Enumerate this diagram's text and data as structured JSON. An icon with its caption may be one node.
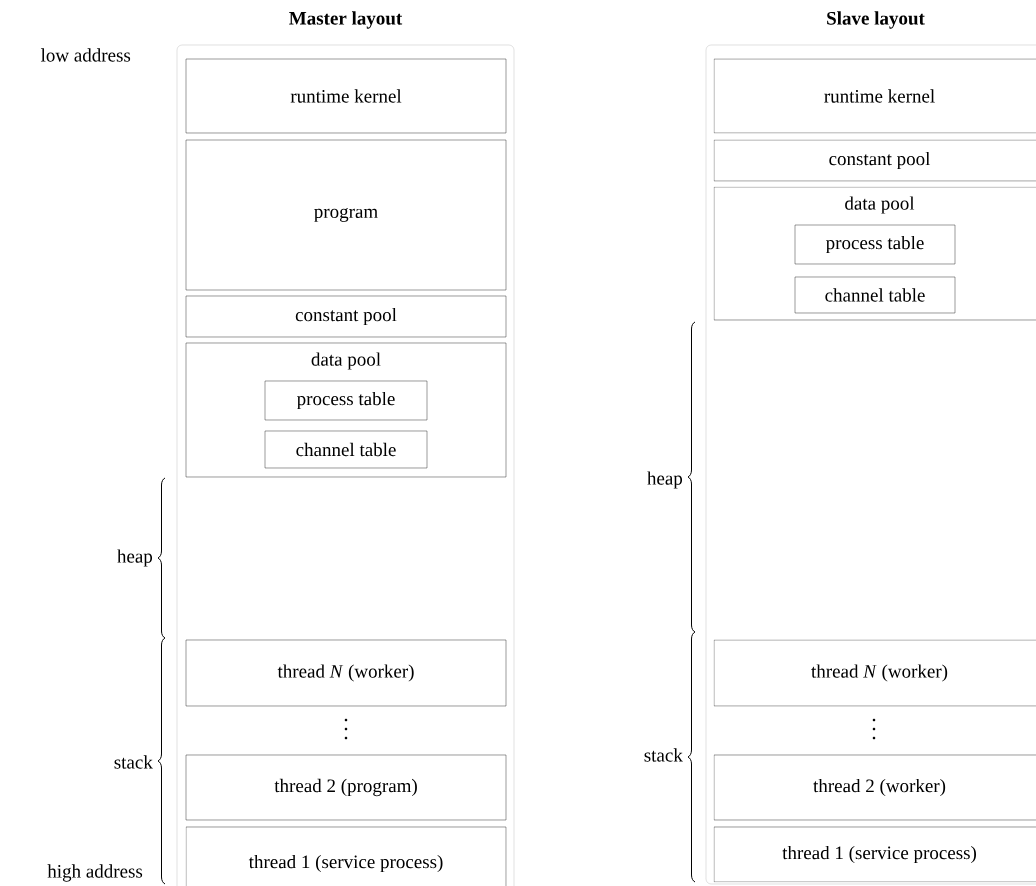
{
  "diagram": {
    "nodes": [
      {
        "text": [
          "Master layout"
        ]
      },
      {
        "text": [
          "runtime kernel"
        ],
        "in": 0
      },
      {
        "text": [
          "program"
        ],
        "in": 0
      },
      {
        "text": [
          "constant pool"
        ],
        "in": 0
      },
      {
        "text": [
          "data pool"
        ],
        "in": 0
      },
      {
        "text": [
          "process table"
        ],
        "in": 4
      },
      {
        "text": [
          "channel table"
        ],
        "in": 4
      },
      {
        "text": [
          "thread *N* (worker)"
        ],
        "in": 0
      },
      {
        "text": [
          "thread 2 (program)"
        ],
        "in": 0
      },
      {
        "text": [
          "thread 1 (service process)"
        ],
        "in": 0
      },
      {
        "text": [
          "Slave layout"
        ]
      },
      {
        "text": [
          "runtime kernel"
        ],
        "in": 10
      },
      {
        "text": [
          "constant pool"
        ],
        "in": 10
      },
      {
        "text": [
          "data pool"
        ],
        "in": 10
      },
      {
        "text": [
          "process table"
        ],
        "in": 13
      },
      {
        "text": [
          "channel table"
        ],
        "in": 13
      },
      {
        "text": [
          "thread *N* (worker)"
        ],
        "in": 10
      },
      {
        "text": [
          "thread 2 (worker)"
        ],
        "in": 10
      },
      {
        "text": [
          "thread 1 (service process)"
        ],
        "in": 10
      }
    ],
    "labels": [
      "low address",
      "heap",
      "stack",
      "high address",
      "heap",
      "stack"
    ]
  }
}
